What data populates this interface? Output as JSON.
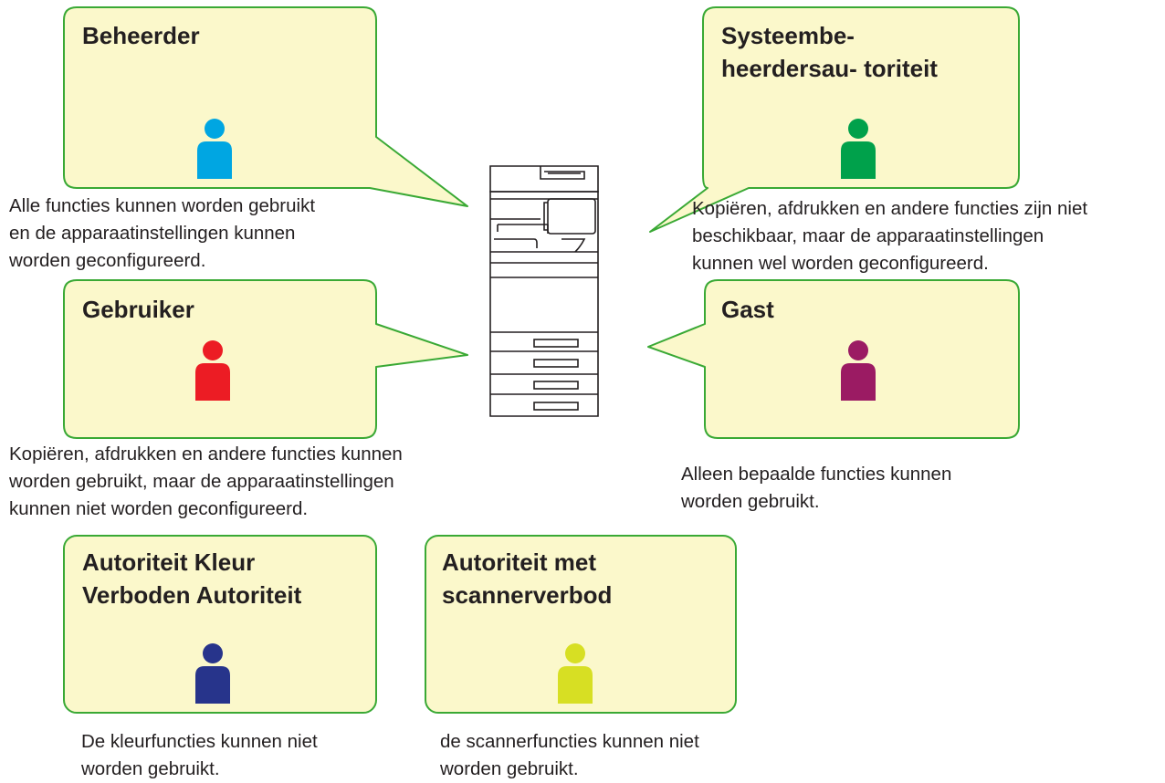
{
  "colors": {
    "bubble_fill": "#fbf8cb",
    "bubble_border": "#3aa935",
    "printer_line": "#231f20"
  },
  "center_device": {
    "icon": "multifunction-printer-icon"
  },
  "roles": [
    {
      "id": "administrator",
      "title": "Beheerder",
      "description": "Alle functies kunnen worden gebruikt\nen de apparaatinstellingen kunnen\nworden geconfigureerd.",
      "person_color": "#00a6e2",
      "icon": "person-icon"
    },
    {
      "id": "system-administrator",
      "title": "Systeembe-\nheerdersau- toriteit",
      "description": "Kopiëren, afdrukken en andere functies zijn niet\nbeschikbaar, maar de apparaatinstellingen\nkunnen wel worden geconfigureerd.",
      "person_color": "#00a14b",
      "icon": "person-icon"
    },
    {
      "id": "user",
      "title": "Gebruiker",
      "description": "Kopiëren, afdrukken en andere functies kunnen\nworden gebruikt, maar de apparaatinstellingen\nkunnen niet worden geconfigureerd.",
      "person_color": "#ec1c24",
      "icon": "person-icon"
    },
    {
      "id": "guest",
      "title": "Gast",
      "description": "Alleen bepaalde functies kunnen\nworden gebruikt.",
      "person_color": "#9b1b63",
      "icon": "person-icon"
    },
    {
      "id": "color-prohibited",
      "title": "Autoriteit Kleur\nVerboden Autoriteit",
      "description": "De kleurfuncties kunnen niet\nworden gebruikt.",
      "person_color": "#27348b",
      "icon": "person-icon"
    },
    {
      "id": "scanner-prohibited",
      "title": "Autoriteit met\nscannerverbod",
      "description": "de scannerfuncties kunnen niet\nworden gebruikt.",
      "person_color": "#d7df23",
      "icon": "person-icon"
    }
  ]
}
